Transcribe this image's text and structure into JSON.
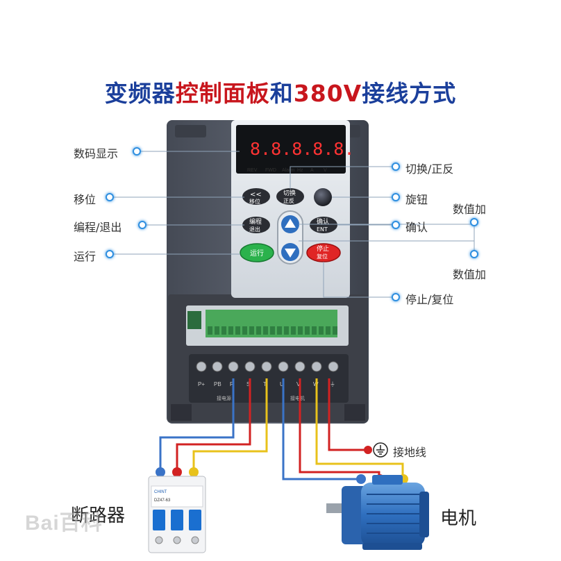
{
  "title": {
    "part1": "变频器",
    "part2": "控制面板",
    "part3": "和",
    "part4": "380V",
    "part5": "接线方式"
  },
  "display": {
    "digits": "8.8.8.8.8.",
    "leds": [
      "REV",
      "FWD",
      "Alarm",
      "Hz",
      "A",
      "V"
    ]
  },
  "buttons": {
    "shift_symbol": "<<",
    "shift_label": "移位",
    "switch_label": "切换",
    "switch_label2": "正反",
    "program_label": "编程",
    "program_label2": "退出",
    "enter_label": "确认",
    "enter_label2": "ENT",
    "run_label": "运行",
    "stop_label": "停止",
    "stop_label2": "复位"
  },
  "callouts": {
    "display": "数码显示",
    "shift": "移位",
    "program": "编程/退出",
    "run": "运行",
    "switch": "切换/正反",
    "knob": "旋钮",
    "up": "数值加",
    "enter": "确认",
    "down": "数值加",
    "stop": "停止/复位"
  },
  "terminals": [
    "P+",
    "PB",
    "R",
    "S",
    "T",
    "U",
    "V",
    "W",
    "⏚"
  ],
  "terminal_group_labels": [
    "接电源",
    "接电机"
  ],
  "wiring": {
    "ground": "接地线",
    "breaker": "断路器",
    "motor": "电机"
  },
  "breaker_model": "DZ47-63",
  "breaker_brand": "CHINT",
  "watermark": "Bai百科",
  "colors": {
    "blue_wire": "#3a73c7",
    "red_wire": "#d22222",
    "yellow_wire": "#e8c21b",
    "callout_dot": "#2f8fe0"
  }
}
